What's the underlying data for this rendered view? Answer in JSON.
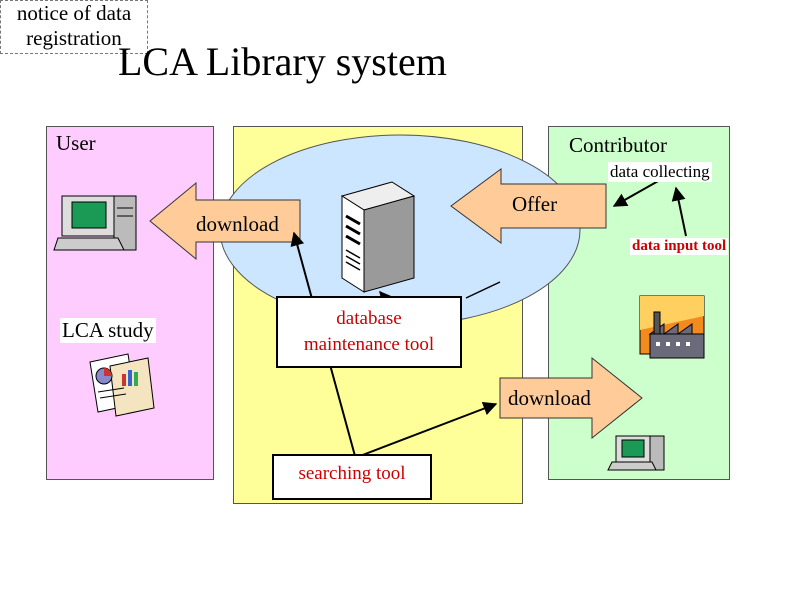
{
  "title": "LCA Library system",
  "panels": {
    "user": "User",
    "contributor": "Contributor"
  },
  "labels": {
    "data_collecting": "data collecting",
    "data_input_tool": "data input tool",
    "lca_study": "LCA study",
    "database_maintenance_line1": "database",
    "database_maintenance_line2": "maintenance tool",
    "searching_tool": "searching tool",
    "notice_line1": "notice of data",
    "notice_line2": "registration"
  },
  "arrows": {
    "download_left": "download",
    "offer": "Offer",
    "download_right": "download"
  },
  "colors": {
    "user_panel": "#ffccff",
    "center_panel": "#ffff99",
    "contributor_panel": "#ccffcc",
    "database_ellipse": "#cce6ff",
    "arrow_fill": "#ffcc99",
    "tool_text": "#cc0000"
  }
}
